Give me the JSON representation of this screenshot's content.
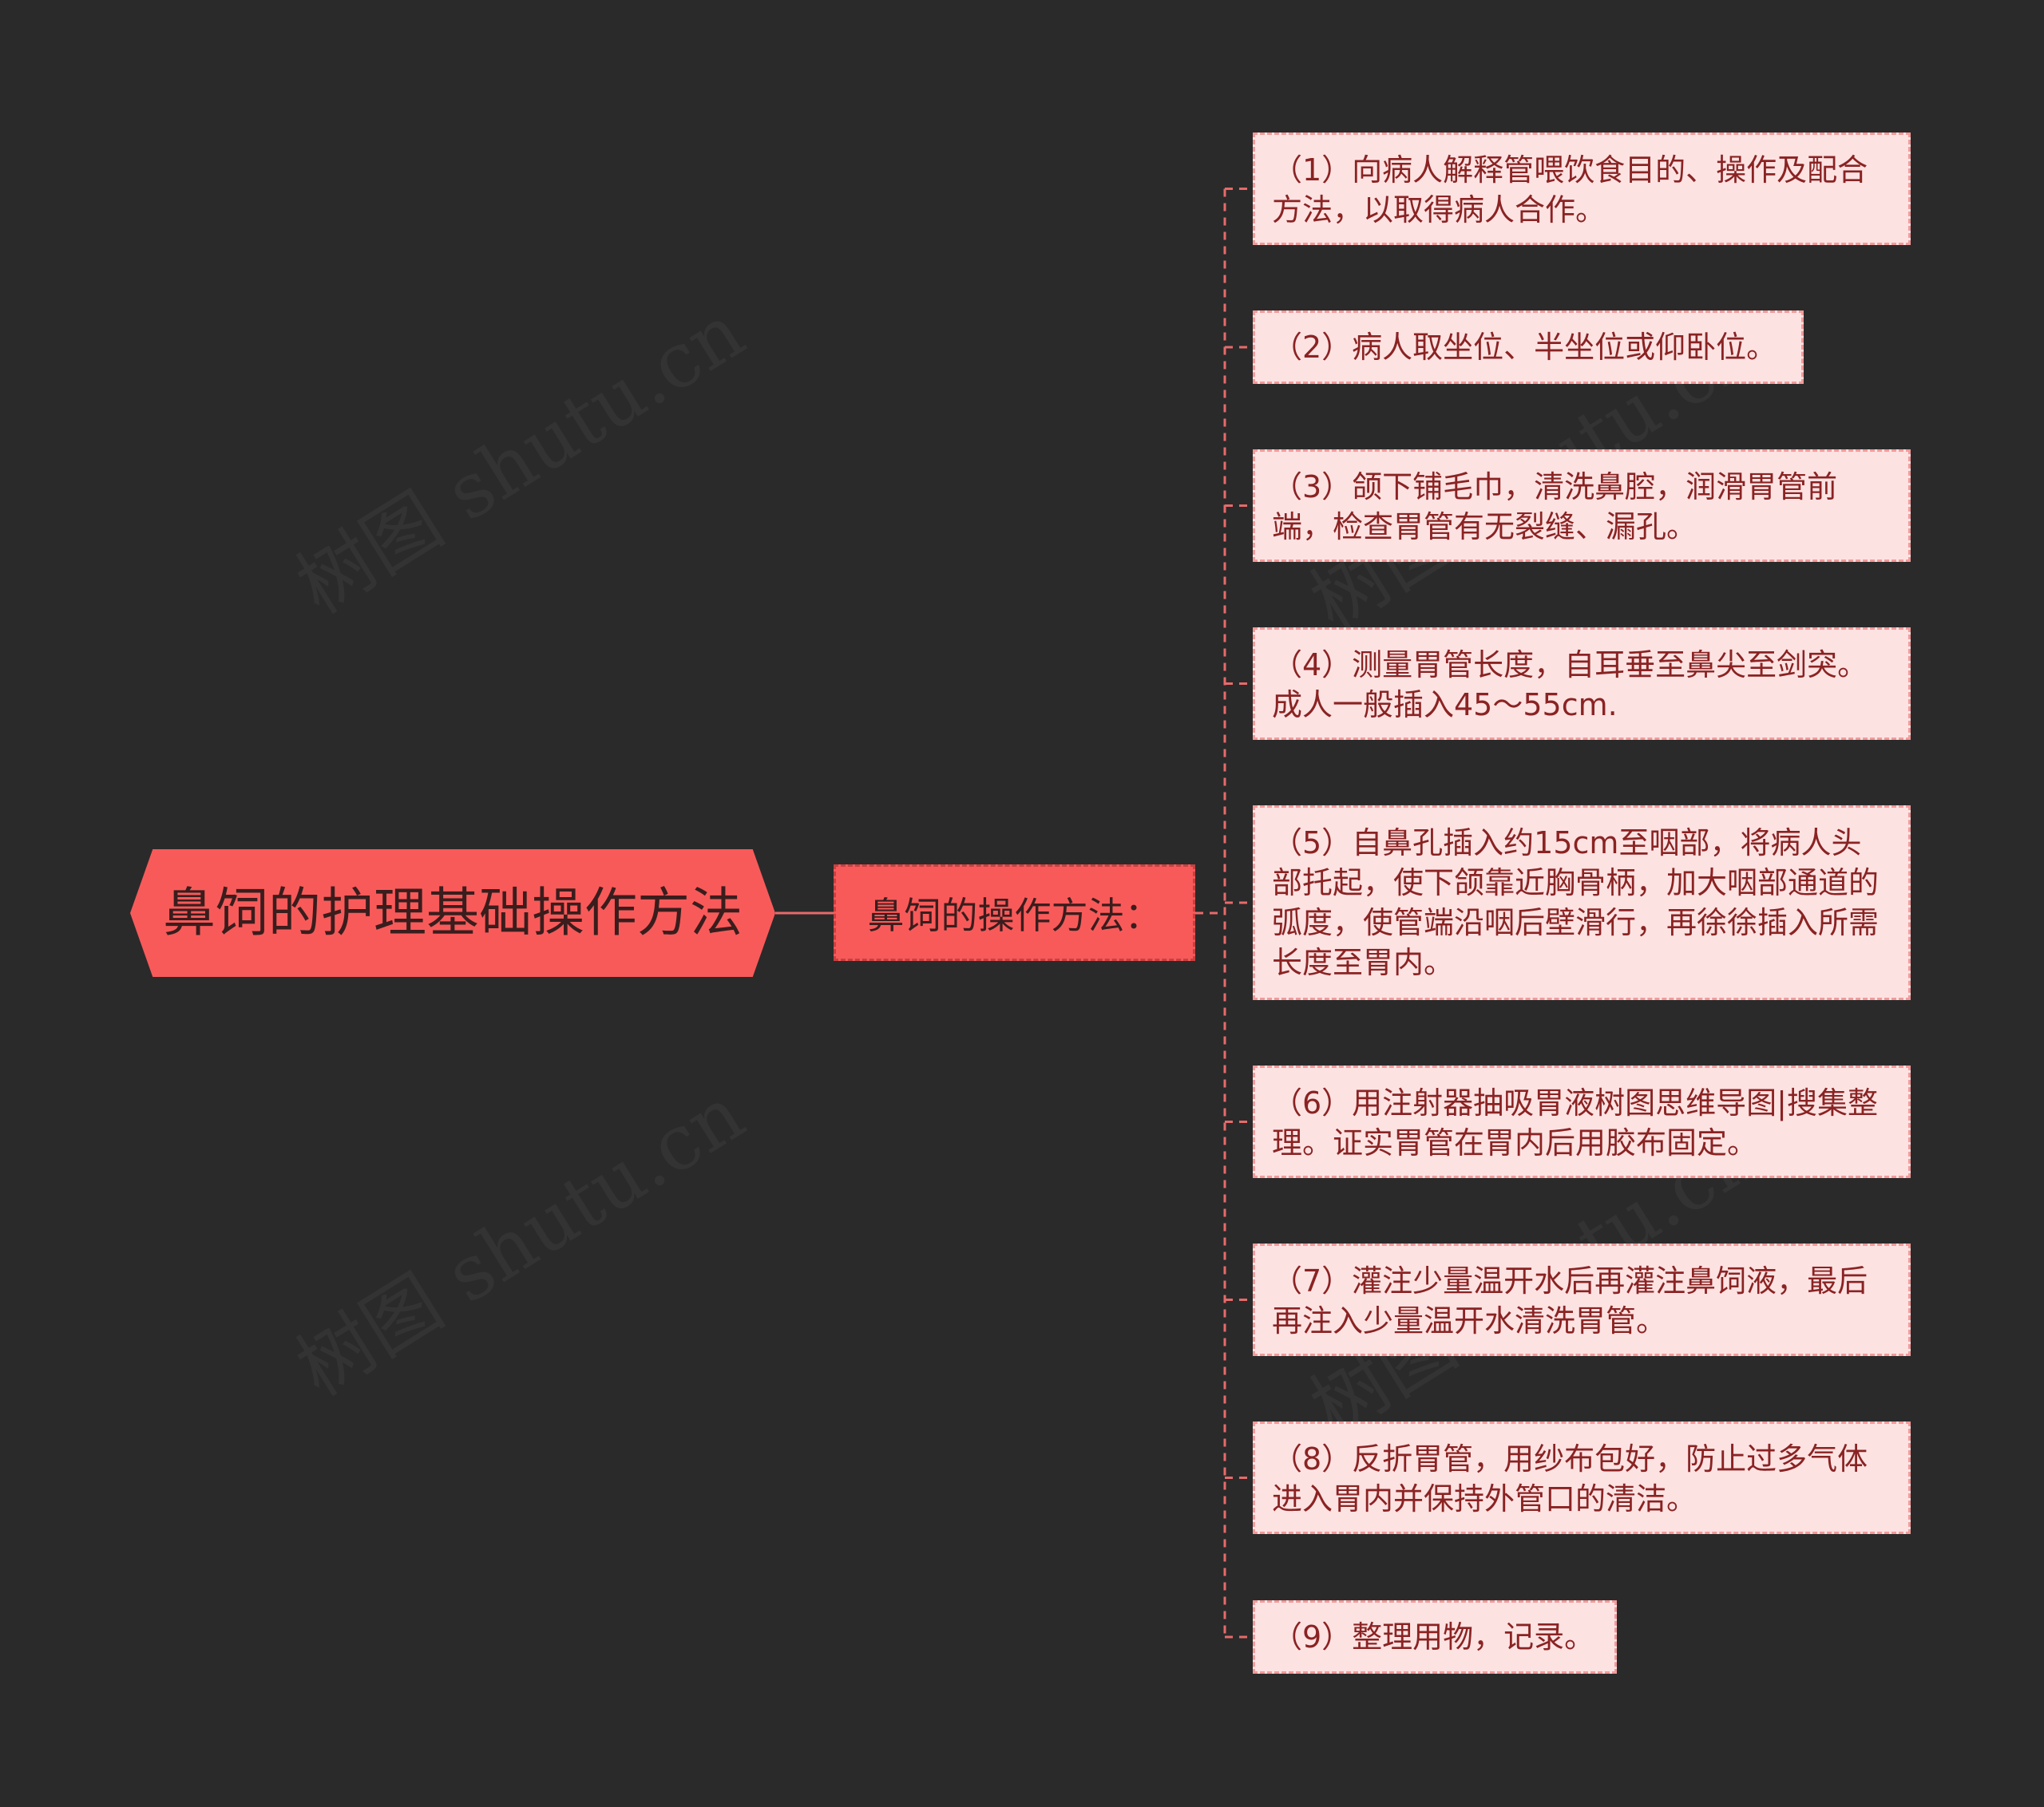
{
  "root": {
    "label": "鼻饲的护理基础操作方法"
  },
  "branch": {
    "label": "鼻饲的操作方法："
  },
  "items": [
    "（1）向病人解释管喂饮食目的、操作及配合方法，以取得病人合作。",
    "（2）病人取坐位、半坐位或仰卧位。",
    "（3）颌下铺毛巾，清洗鼻腔，润滑胃管前端，检查胃管有无裂缝、漏孔。",
    "（4）测量胃管长度，自耳垂至鼻尖至剑突。成人一般插入45～55cm.",
    "（5）自鼻孔插入约15cm至咽部，将病人头部托起，使下颌靠近胸骨柄，加大咽部通道的弧度，使管端沿咽后壁滑行，再徐徐插入所需长度至胃内。",
    "（6）用注射器抽吸胃液树图思维导图|搜集整理。证实胃管在胃内后用胶布固定。",
    "（7）灌注少量温开水后再灌注鼻饲液，最后再注入少量温开水清洗胃管。",
    "（8）反折胃管，用纱布包好，防止过多气体进入胃内并保持外管口的清洁。",
    "（9）整理用物，记录。"
  ],
  "watermark": "树图 shutu.cn",
  "colors": {
    "background": "#2a2a2a",
    "root_fill": "#f85a5a",
    "leaf_fill": "#fde2e2",
    "leaf_text": "#8a2323",
    "connector": "#e86a6a"
  }
}
